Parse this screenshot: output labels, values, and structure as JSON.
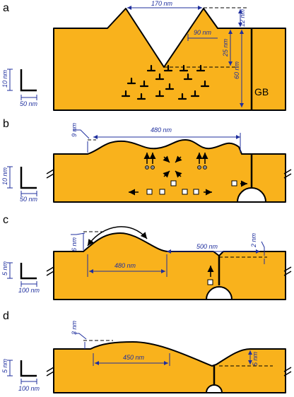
{
  "panels": [
    {
      "label": "a",
      "scale_v": "10 nm",
      "scale_h": "50 nm",
      "dims": {
        "top_width": "170 nm",
        "side_top": "90 nm",
        "side_depth": "25 nm",
        "vert_small": "12 nm",
        "vert_big": "60 nm"
      },
      "gb_label": "GB"
    },
    {
      "label": "b",
      "scale_v": "10 nm",
      "scale_h": "50 nm",
      "dims": {
        "height": "9 nm",
        "width": "480 nm"
      }
    },
    {
      "label": "c",
      "scale_v": "5 nm",
      "scale_h": "100 nm",
      "dims": {
        "height": "6 nm",
        "hill_width": "480 nm",
        "valley_width": "500 nm",
        "gb_depth": "2 nm"
      }
    },
    {
      "label": "d",
      "scale_v": "5 nm",
      "scale_h": "100 nm",
      "dims": {
        "height": "3 nm",
        "hill_width": "450 nm",
        "gb_depth": "5 nm"
      }
    }
  ],
  "colors": {
    "gold": "#F9B21C",
    "dimension": "#1F2F9E",
    "outline": "#000000"
  }
}
